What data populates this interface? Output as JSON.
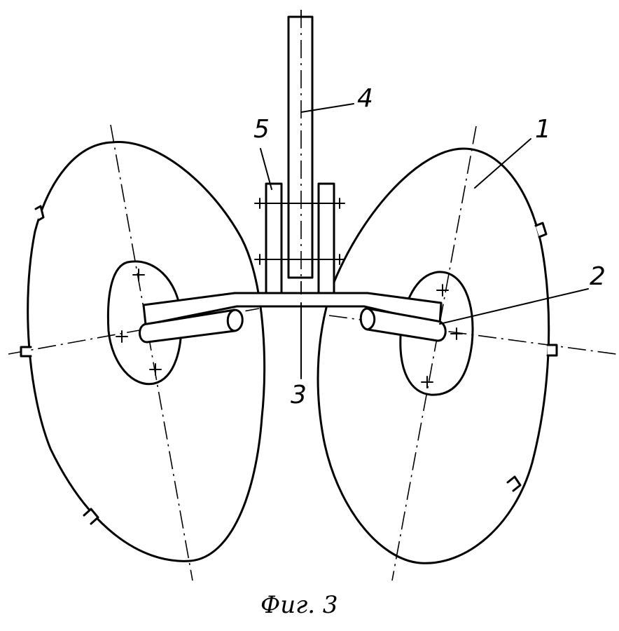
{
  "labels": {
    "disc": "1",
    "axle": "2",
    "beam": "3",
    "stand": "4",
    "bracket": "5"
  },
  "caption": "Фиг. 3"
}
